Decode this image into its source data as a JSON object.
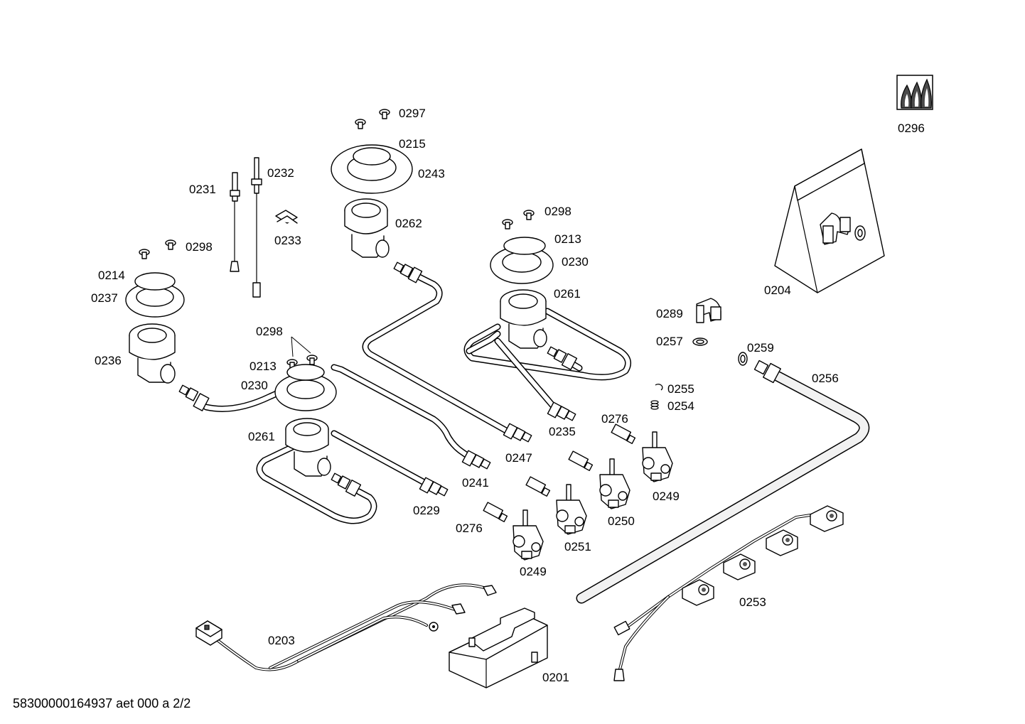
{
  "labels": {
    "l0297": "0297",
    "l0215": "0215",
    "l0243": "0243",
    "l0262": "0262",
    "l0231": "0231",
    "l0232": "0232",
    "l0233": "0233",
    "l0298a": "0298",
    "l0214": "0214",
    "l0237": "0237",
    "l0236": "0236",
    "l0298b": "0298",
    "l0213a": "0213",
    "l0230a": "0230",
    "l0261a": "0261",
    "l0241": "0241",
    "l0229": "0229",
    "l0247": "0247",
    "l0298c": "0298",
    "l0213b": "0213",
    "l0230b": "0230",
    "l0261b": "0261",
    "l0235": "0235",
    "l0289": "0289",
    "l0257": "0257",
    "l0259": "0259",
    "l0256": "0256",
    "l0255": "0255",
    "l0254": "0254",
    "l0276a": "0276",
    "l0276b": "0276",
    "l0249a": "0249",
    "l0249b": "0249",
    "l0250": "0250",
    "l0251": "0251",
    "l0253": "0253",
    "l0203": "0203",
    "l0201": "0201",
    "l0204": "0204",
    "l0296": "0296"
  },
  "footer": "58300000164937 aet 000 a 2/2"
}
